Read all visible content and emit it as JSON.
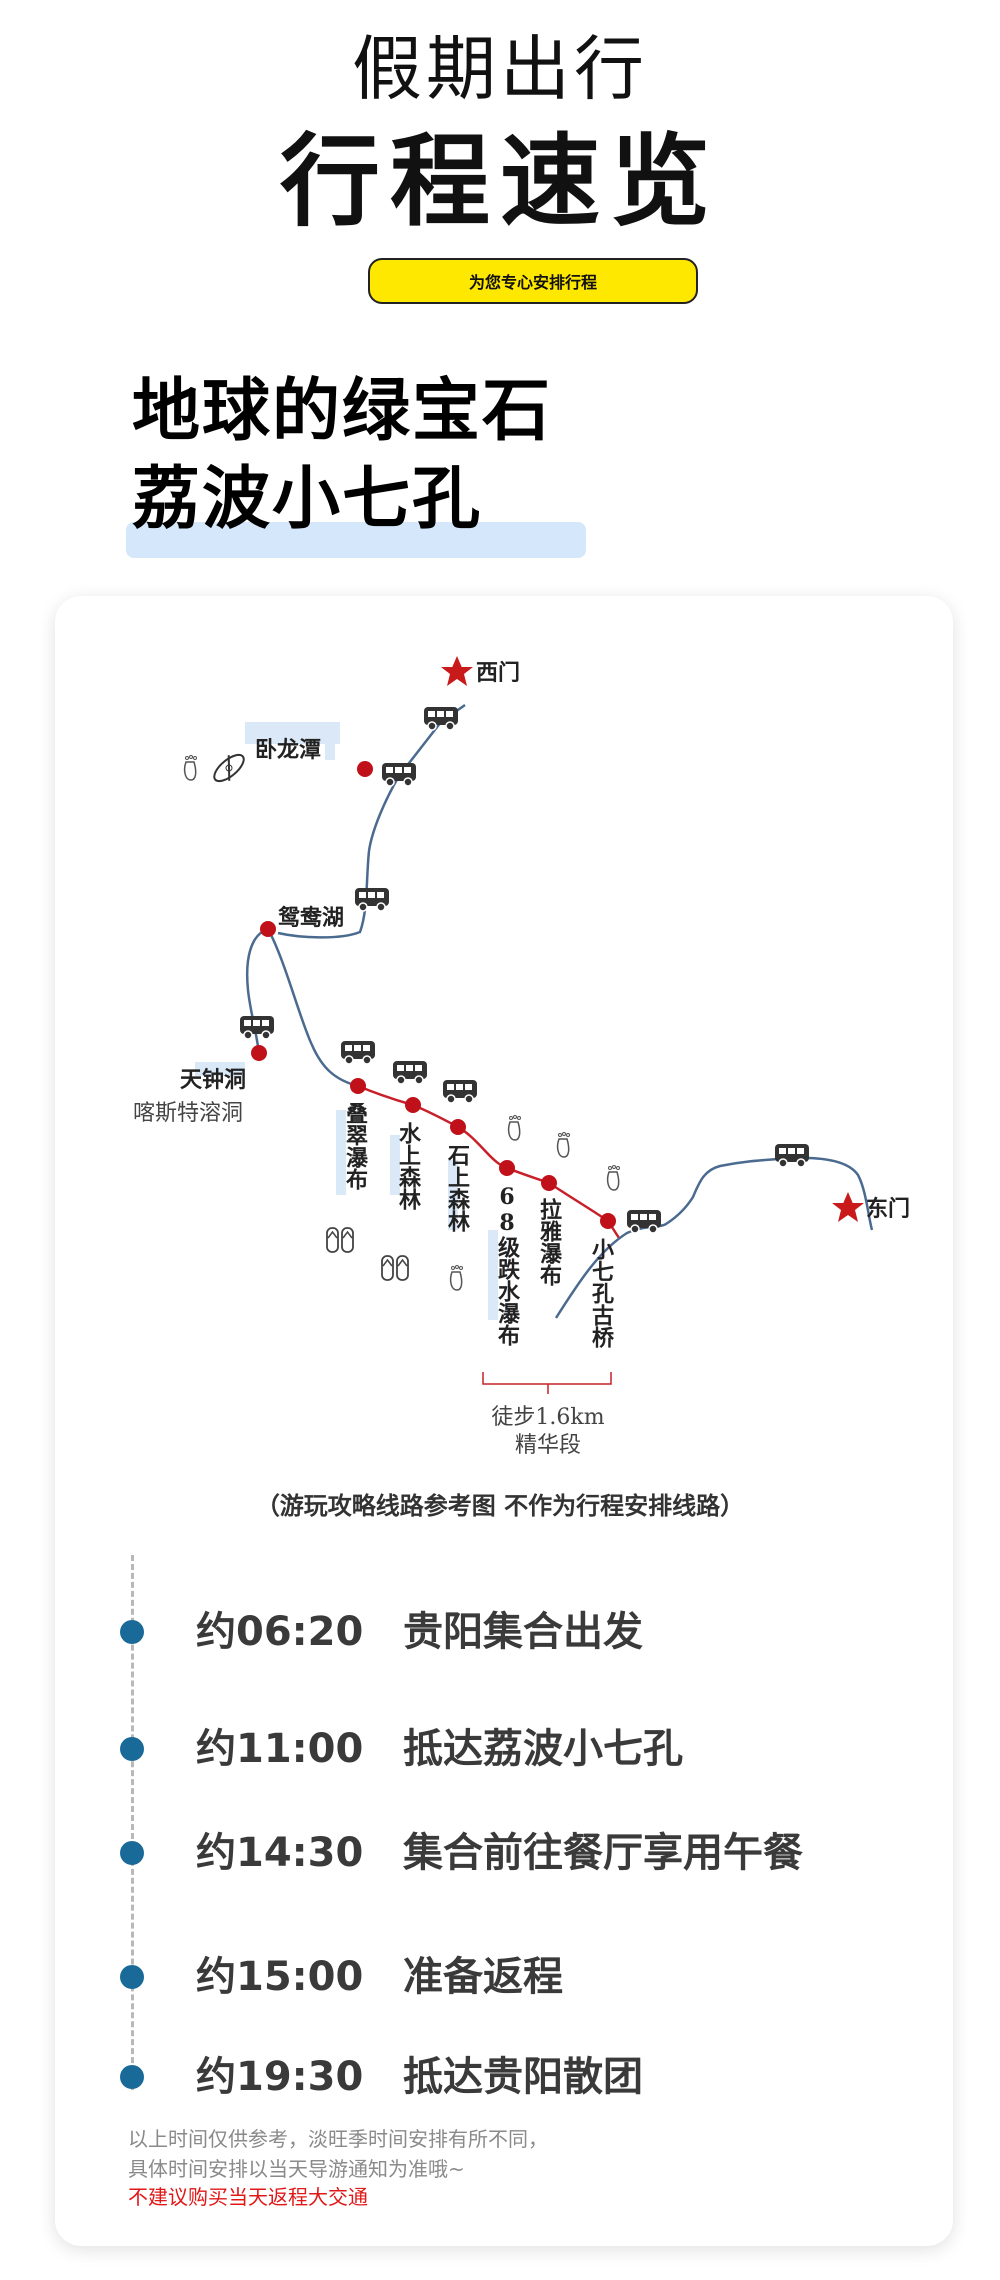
{
  "header": {
    "title_small": "假期出行",
    "title_big": "行程速览",
    "tagline": "为您专心安排行程"
  },
  "heading": {
    "line1": "地球的绿宝石",
    "line2": "荔波小七孔"
  },
  "map": {
    "gates": {
      "west": "西门",
      "east": "东门"
    },
    "spots": {
      "wolongtan": "卧龙潭",
      "yuanyanghu": "鸳鸯湖",
      "tianzhongdong": "天钟洞",
      "tianzhongdong_sub": "喀斯特溶洞",
      "diecui": "叠翠瀑布",
      "shuishang": "水上森林",
      "shishang": "石上森林",
      "68ji": "68级跌水瀑布",
      "laya": "拉雅瀑布",
      "xiaoqikong": "小七孔古桥"
    },
    "hike_label_1": "徒步1.6km",
    "hike_label_2": "精华段",
    "colors": {
      "route": "#4a6a90",
      "walk": "#c8202a",
      "star": "#c81a1a"
    }
  },
  "caption": "（游玩攻略线路参考图 不作为行程安排线路）",
  "schedule": [
    {
      "time": "约06:20",
      "activity": "贵阳集合出发"
    },
    {
      "time": "约11:00",
      "activity": "抵达荔波小七孔"
    },
    {
      "time": "约14:30",
      "activity": "集合前往餐厅享用午餐"
    },
    {
      "time": "约15:00",
      "activity": "准备返程"
    },
    {
      "time": "约19:30",
      "activity": "抵达贵阳散团"
    }
  ],
  "notes": {
    "line1": "以上时间仅供参考，淡旺季时间安排有所不同，",
    "line2": "具体时间安排以当天导游通知为准哦~",
    "warning": "不建议购买当天返程大交通"
  }
}
